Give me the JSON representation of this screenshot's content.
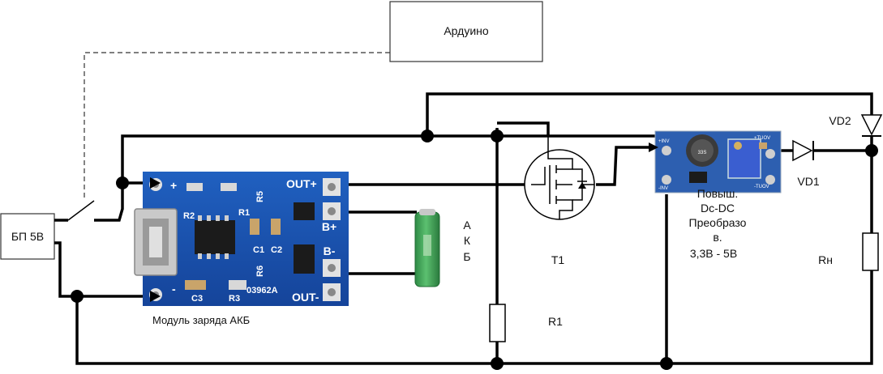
{
  "labels": {
    "arduino": "Ардуино",
    "psu": "БП 5В",
    "charger_module": "Модуль заряда АКБ",
    "battery_a": "А",
    "battery_k": "К",
    "battery_b": "Б",
    "transistor": "T1",
    "resistor_r1": "R1",
    "converter_line1": "Повыш.",
    "converter_line2": "Dc-DC",
    "converter_line3": "Преобразо",
    "converter_line4": "в.",
    "converter_line5": "3,3В  -  5В",
    "diode_vd1": "VD1",
    "diode_vd2": "VD2",
    "load": "Rн"
  },
  "board": {
    "out_plus": "OUT+",
    "out_minus": "OUT-",
    "b_plus": "B+",
    "b_minus": "B-",
    "plus": "+",
    "minus": "-",
    "r2": "R2",
    "r1": "R1",
    "r5": "R5",
    "r6": "R6",
    "c1": "C1",
    "c2": "C2",
    "c3": "C3",
    "r3": "R3",
    "code": "03962A"
  },
  "converter_board": {
    "vin_plus": "+INV",
    "vout_plus": "+TUOV",
    "vin_minus": "-INV",
    "vout_minus": "-TUOV",
    "inductor": "33S"
  },
  "colors": {
    "wire": "#000000",
    "pcb": "#1a4fa8",
    "battery": "#3aa655",
    "converter_pcb": "#2d5fb0",
    "trimmer": "#3a5ed0"
  }
}
